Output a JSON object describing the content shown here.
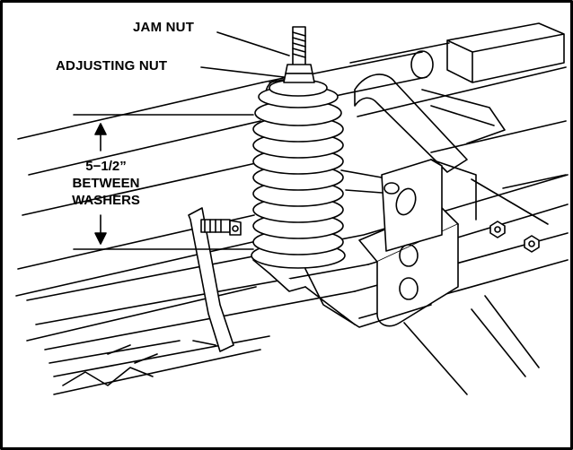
{
  "labels": {
    "jam_nut": "JAM NUT",
    "adjusting_nut": "ADJUSTING NUT",
    "dimension": [
      "5−1/2”",
      "BETWEEN",
      "WASHERS"
    ]
  },
  "colors": {
    "line": "#000000",
    "background": "#ffffff"
  }
}
